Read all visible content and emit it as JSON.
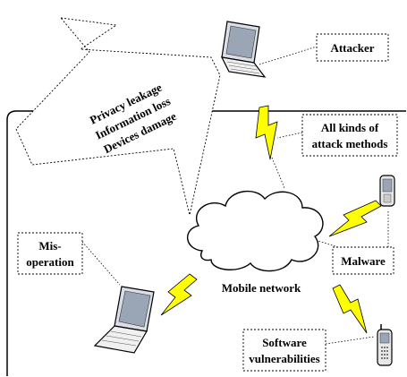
{
  "labels": {
    "attacker": "Attacker",
    "attack_methods": [
      "All kinds of",
      "attack methods"
    ],
    "consequences": [
      "Privacy leakage",
      "Information loss",
      "Devices damage"
    ],
    "misoperation": [
      "Mis-",
      "operation"
    ],
    "malware": "Malware",
    "mobile_network": "Mobile network",
    "software_vulnerabilities": [
      "Software",
      "vulnerabilities"
    ]
  },
  "icons": {
    "top_device": "laptop-icon",
    "bottom_device": "laptop-icon",
    "cloud": "cloud-icon",
    "phone_top": "mobile-phone-icon",
    "phone_bottom": "mobile-phone-icon",
    "lightning": "lightning-bolt-icon"
  },
  "colors": {
    "lightning_fill": "#ffff00",
    "lightning_stroke": "#000000",
    "laptop_screen": "#cfd6e0",
    "laptop_body": "#f2f2f2",
    "line": "#000000"
  }
}
